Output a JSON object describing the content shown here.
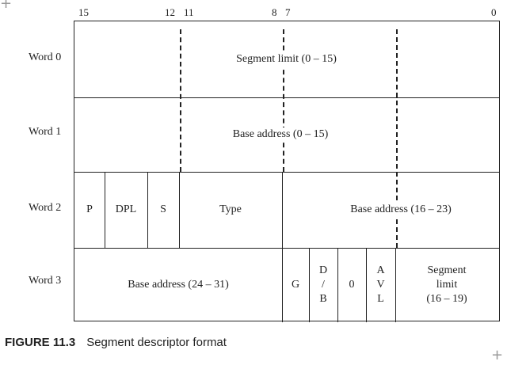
{
  "bits": {
    "b15": "15",
    "b12": "12",
    "b11": "11",
    "b8": "8",
    "b7": "7",
    "b0": "0"
  },
  "words": [
    "Word 0",
    "Word 1",
    "Word 2",
    "Word 3"
  ],
  "fields": {
    "segment_limit_low": "Segment limit (0 – 15)",
    "base_low": "Base address (0 – 15)",
    "p": "P",
    "dpl": "DPL",
    "s": "S",
    "type": "Type",
    "base_mid": "Base address (16 – 23)",
    "base_high": "Base address (24 – 31)",
    "g": "G",
    "db": "D\n/\nB",
    "zero": "0",
    "avl": "A\nV\nL",
    "segment_limit_high": "Segment\nlimit\n(16 – 19)"
  },
  "caption": {
    "number": "FIGURE 11.3",
    "text": "Segment descriptor format"
  }
}
